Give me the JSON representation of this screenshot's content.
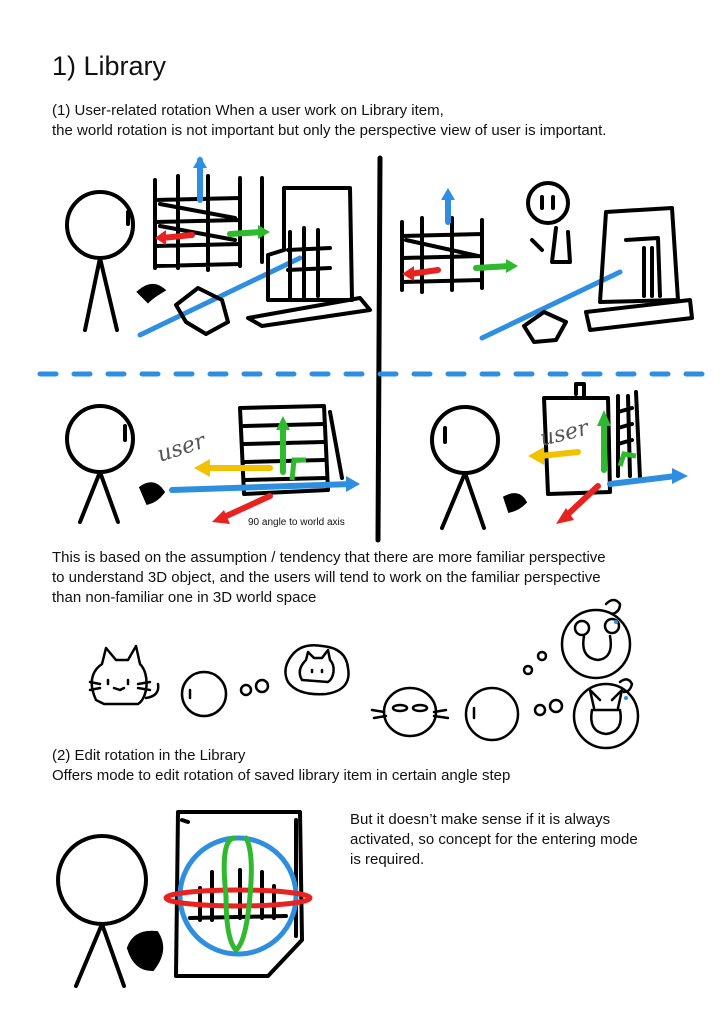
{
  "heading": "1) Library",
  "section1": {
    "line1": "(1) User-related rotation When a user work on Library item,",
    "line2": "the world rotation is not important but only the perspective view of user is important."
  },
  "sketch": {
    "user_word_1": "user",
    "user_word_2": "user",
    "angle_note": "90 angle to world axis"
  },
  "assumption": {
    "line1": "This is based on the assumption / tendency that there are more familiar perspective",
    "line2": "to understand 3D object, and the users will tend to work on the familiar perspective",
    "line3": "than non-familiar one in 3D world space"
  },
  "section2": {
    "line1": "(2) Edit rotation in the Library",
    "line2": "Offers mode to edit rotation of saved library item in certain angle step"
  },
  "side_note": {
    "line1": "But it doesn’t make sense if it is always",
    "line2": "activated, so concept for the entering mode",
    "line3": "is required."
  },
  "colors": {
    "x_axis": "#e8231f",
    "y_axis": "#2fb92f",
    "z_axis": "#2e8fe0",
    "user_dir": "#f2c200",
    "ink": "#000000"
  },
  "icons": [
    "stick-figure",
    "shelf-object",
    "axis-arrows",
    "cat-doodle",
    "mouse-doodle",
    "rabbit-doodle",
    "rotation-gizmo"
  ]
}
